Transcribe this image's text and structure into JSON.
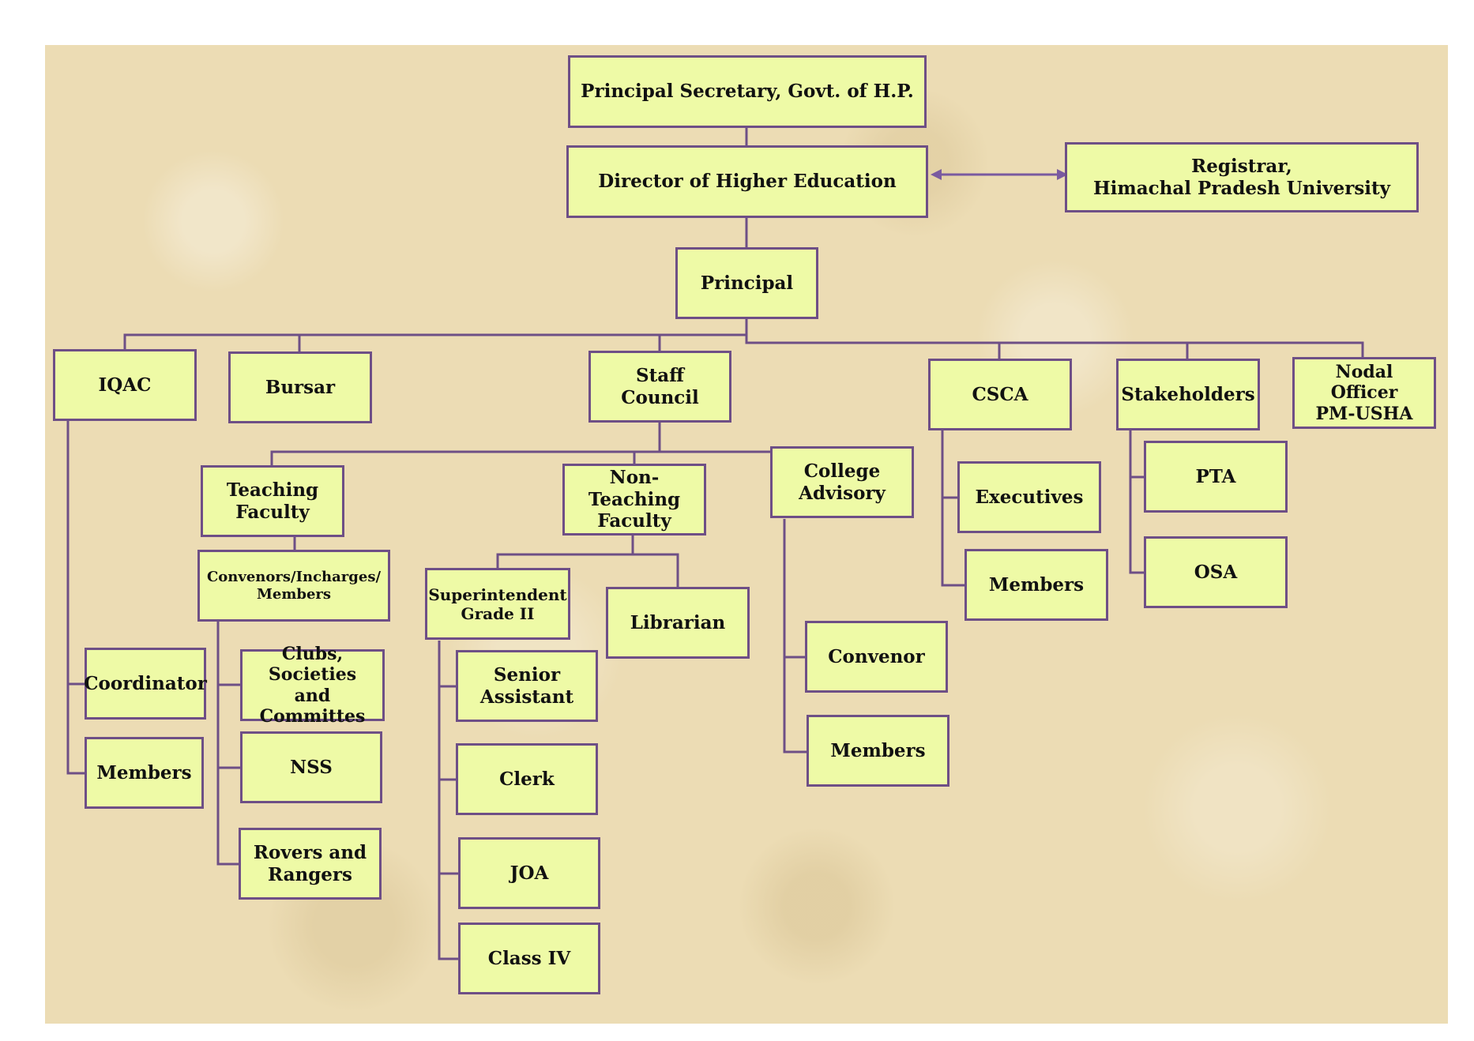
{
  "nodes": {
    "principal_secretary": "Principal Secretary, Govt. of H.P.",
    "director": "Director of Higher Education",
    "registrar": "Registrar,\nHimachal Pradesh University",
    "principal": "Principal",
    "iqac": "IQAC",
    "bursar": "Bursar",
    "staff_council": "Staff Council",
    "csca": "CSCA",
    "stakeholders": "Stakeholders",
    "nodal_officer": "Nodal Officer\nPM-USHA",
    "teaching_faculty": "Teaching\nFaculty",
    "non_teaching_faculty": "Non-Teaching\nFaculty",
    "college_advisory": "College\nAdvisory",
    "executives": "Executives",
    "csca_members": "Members",
    "pta": "PTA",
    "osa": "OSA",
    "convenors": "Convenors/Incharges/\nMembers",
    "superintendent": "Superintendent\nGrade II",
    "librarian": "Librarian",
    "coordinator": "Coordinator",
    "iqac_members": "Members",
    "clubs": "Clubs, Societies\nand Committes",
    "nss": "NSS",
    "rovers": "Rovers and\nRangers",
    "senior_assistant": "Senior\nAssistant",
    "clerk": "Clerk",
    "joa": "JOA",
    "class_iv": "Class IV",
    "advisory_convenor": "Convenor",
    "advisory_members": "Members"
  },
  "colors": {
    "box_fill": "#eefaa6",
    "border": "#6e4f86",
    "background": "#ecdcb4"
  }
}
